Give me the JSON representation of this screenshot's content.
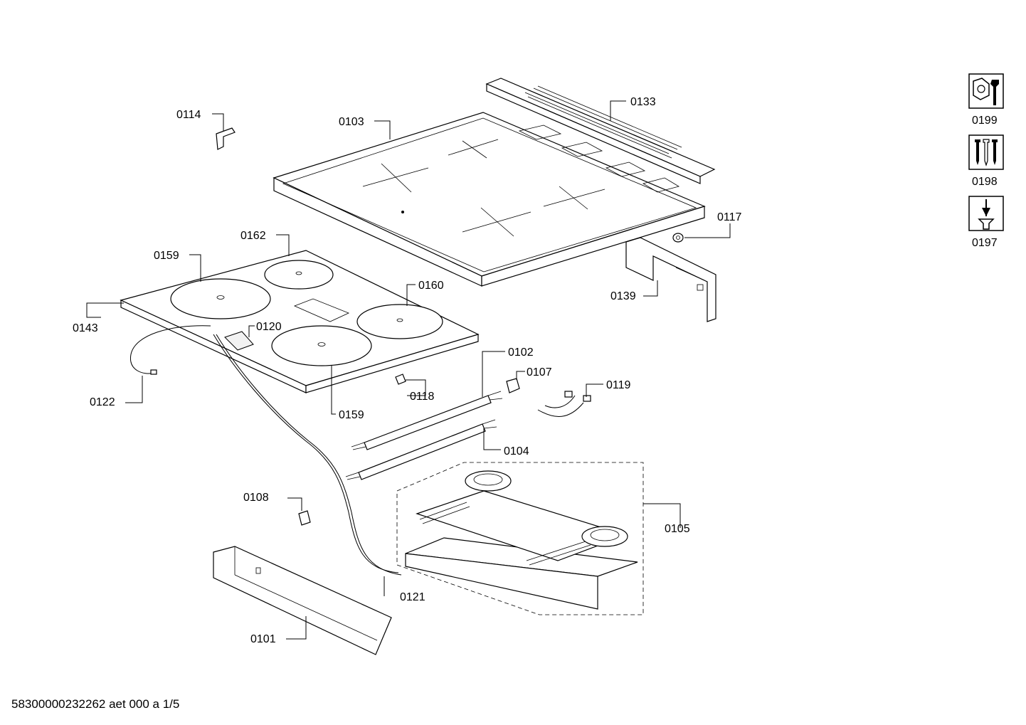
{
  "footer": {
    "document_code": "58300000232262 aet 000 a 1/5"
  },
  "labels": {
    "p0114": "0114",
    "p0103": "0103",
    "p0133": "0133",
    "p0162": "0162",
    "p0159a": "0159",
    "p0117": "0117",
    "p0160": "0160",
    "p0143": "0143",
    "p0120": "0120",
    "p0139": "0139",
    "p0102": "0102",
    "p0107": "0107",
    "p0119": "0119",
    "p0122": "0122",
    "p0118": "0118",
    "p0159b": "0159",
    "p0104": "0104",
    "p0108": "0108",
    "p0105": "0105",
    "p0121": "0121",
    "p0101": "0101"
  },
  "toolkit": {
    "k0199": {
      "label": "0199",
      "icon": "nut-and-wrench-icon"
    },
    "k0198": {
      "label": "0198",
      "icon": "screws-icon"
    },
    "k0197": {
      "label": "0197",
      "icon": "screwdriver-screw-icon"
    }
  }
}
